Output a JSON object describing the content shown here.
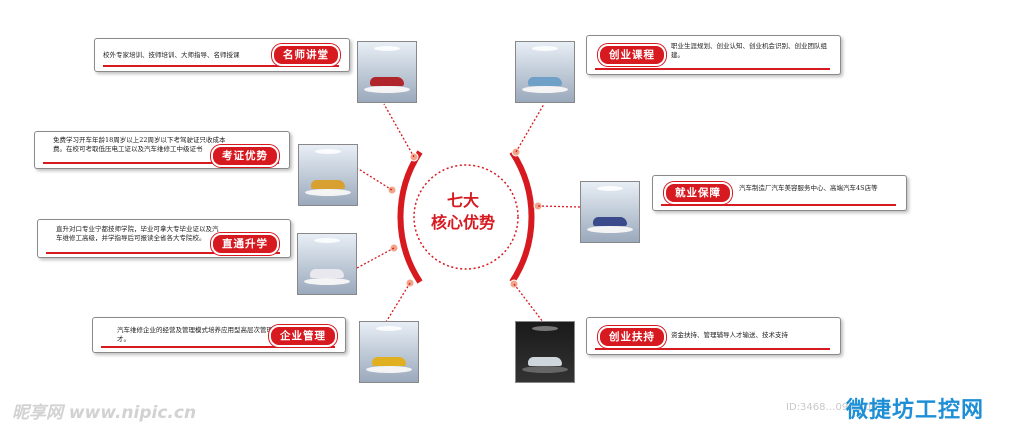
{
  "center": {
    "line1": "七大",
    "line2": "核心优势"
  },
  "items": [
    {
      "label": "名师讲堂",
      "desc": "校外专家培训、技师培训、大师指导、名师授课",
      "car_color": "#b0242c"
    },
    {
      "label": "考证优势",
      "desc": "免费学习开车年龄18周岁以上22周岁以下考驾驶证只收成本费。在校可考取低压电工证以及汽车维修工中级证书",
      "car_color": "#d8a030"
    },
    {
      "label": "直通升学",
      "desc": "直升对口专业宁都技师学院，毕业可拿大专毕业证以及汽车维修工高级，并学指导后可报读全省各大专院校。",
      "car_color": "#e8e8ee"
    },
    {
      "label": "企业管理",
      "desc": "汽车维修企业的经营及管理模式培养应用型高层次管理人才。",
      "car_color": "#e0b020"
    },
    {
      "label": "创业课程",
      "desc": "职业生涯规划、创业认知、创业机会识别、创业团队组建。",
      "car_color": "#6fa0c8"
    },
    {
      "label": "就业保障",
      "desc": "汽车制造厂汽车美容服务中心、高端汽车4S店等",
      "car_color": "#3a4a8a"
    },
    {
      "label": "创业扶持",
      "desc": "资金扶持、管理辅导人才输送、技术支持",
      "car_color": "#cfd6dc"
    }
  ],
  "watermarks": {
    "left": "昵享网 www.nipic.cn",
    "id": "ID:3468…095…04",
    "right": "微捷坊工控网"
  },
  "colors": {
    "accent": "#d71920"
  }
}
